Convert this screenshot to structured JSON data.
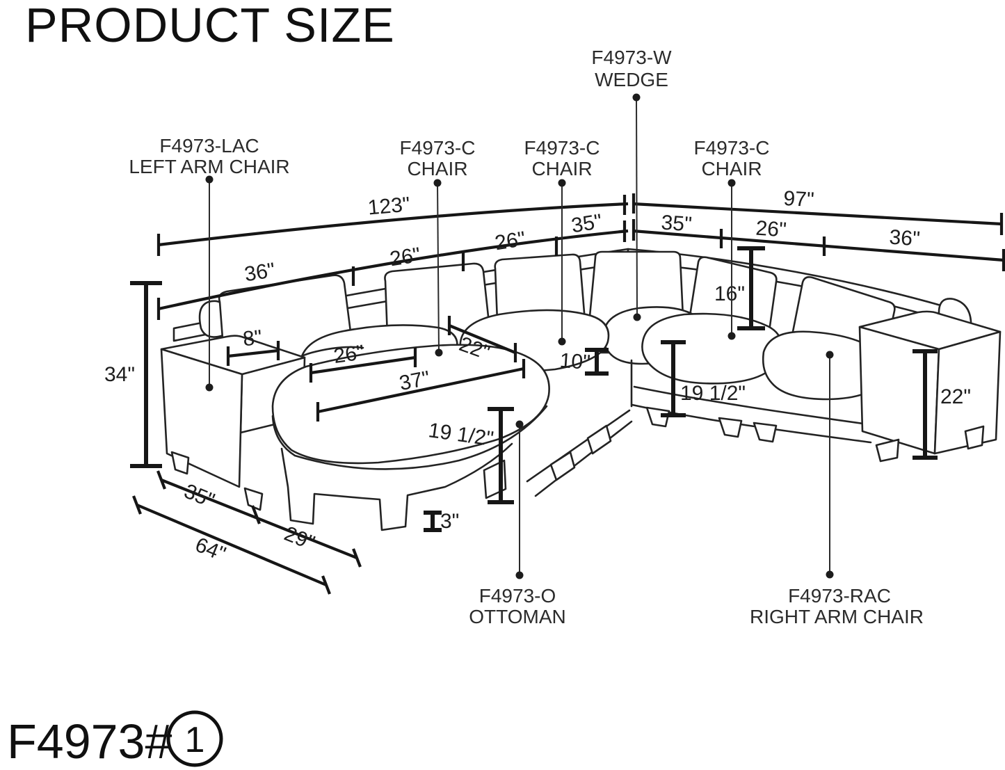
{
  "title": "PRODUCT SIZE",
  "footer": {
    "model_code": "F4973#",
    "variant_number": "1"
  },
  "parts": [
    {
      "code": "F4973-LAC",
      "name": "LEFT ARM CHAIR"
    },
    {
      "code": "F4973-C",
      "name": "CHAIR"
    },
    {
      "code": "F4973-C",
      "name": "CHAIR"
    },
    {
      "code": "F4973-W",
      "name": "WEDGE"
    },
    {
      "code": "F4973-C",
      "name": "CHAIR"
    },
    {
      "code": "F4973-O",
      "name": "OTTOMAN"
    },
    {
      "code": "F4973-RAC",
      "name": "RIGHT ARM CHAIR"
    }
  ],
  "dims": {
    "overall_left": "123\"",
    "overall_right": "97\"",
    "top_segments_left": [
      "36\"",
      "26\"",
      "26\"",
      "35\""
    ],
    "top_segments_right": [
      "35\"",
      "26\"",
      "36\""
    ],
    "back_height": "34\"",
    "arm_top_width": "8\"",
    "seat_depth": "26\"",
    "seat_width": "22\"",
    "seat_cushion_thickness": "10\"",
    "back_cushion_height": "16\"",
    "seat_height": "19 1/2\"",
    "arm_height": "22\"",
    "ottoman_length": "37\"",
    "ottoman_height": "19 1/2\"",
    "leg_height": "3\"",
    "chaise_width": "35\"",
    "ottoman_width": "29\"",
    "chaise_depth": "64\""
  },
  "colors": {
    "line": "#232323",
    "dimension": "#161616",
    "background": "#ffffff"
  }
}
